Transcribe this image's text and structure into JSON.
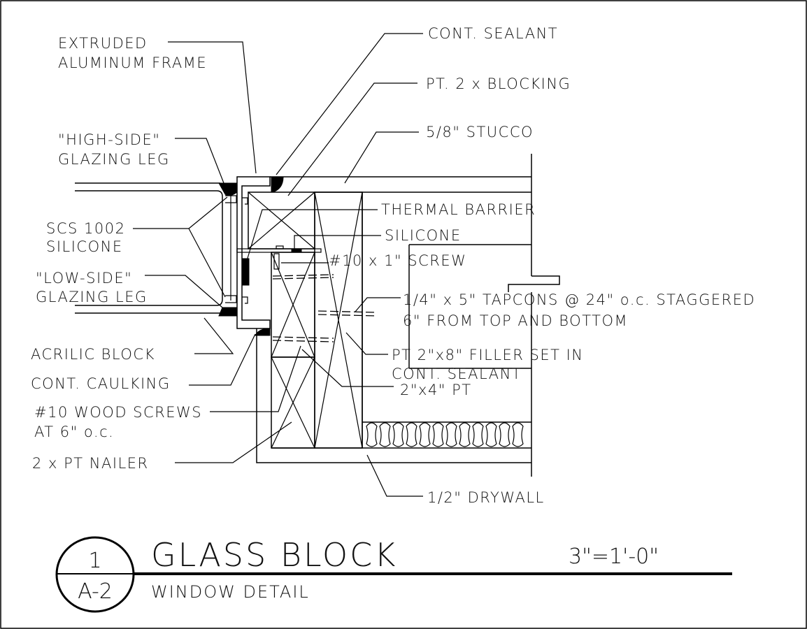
{
  "drawing": {
    "title": "GLASS BLOCK",
    "subtitle": "WINDOW DETAIL",
    "detail_number": "1",
    "sheet_number": "A-2",
    "scale": "3\"=1'-0\""
  },
  "callouts": {
    "extruded_frame": [
      "EXTRUDED",
      "ALUMINUM FRAME"
    ],
    "high_side": [
      "\"HIGH-SIDE\"",
      "GLAZING LEG"
    ],
    "scs_silicone": [
      "SCS 1002",
      "SILICONE"
    ],
    "low_side": [
      "\"LOW-SIDE\"",
      "GLAZING LEG"
    ],
    "acrilic_block": "ACRILIC BLOCK",
    "cont_caulking": "CONT. CAULKING",
    "wood_screws": [
      "#10 WOOD SCREWS",
      "AT 6\" o.c."
    ],
    "pt_nailer": "2 x PT NAILER",
    "cont_sealant": "CONT. SEALANT",
    "pt_blocking": "PT. 2 x BLOCKING",
    "stucco": "5/8\" STUCCO",
    "thermal_barrier": "THERMAL BARRIER",
    "silicone": "SILICONE",
    "screw": "#10 x 1\" SCREW",
    "tapcons": [
      "1/4\" x 5\" TAPCONS @ 24\" o.c. STAGGERED",
      "6\" FROM TOP AND BOTTOM"
    ],
    "filler": [
      "PT 2\"x8\" FILLER SET IN",
      "CONT. SEALANT"
    ],
    "pt_2x4": "2\"x4\" PT",
    "drywall": "1/2\" DRYWALL"
  },
  "icons": {
    "detail_bubble": "section-detail-bubble-icon",
    "insulation": "batt-insulation-pattern",
    "blocking": "wood-blocking-cross-symbol"
  }
}
